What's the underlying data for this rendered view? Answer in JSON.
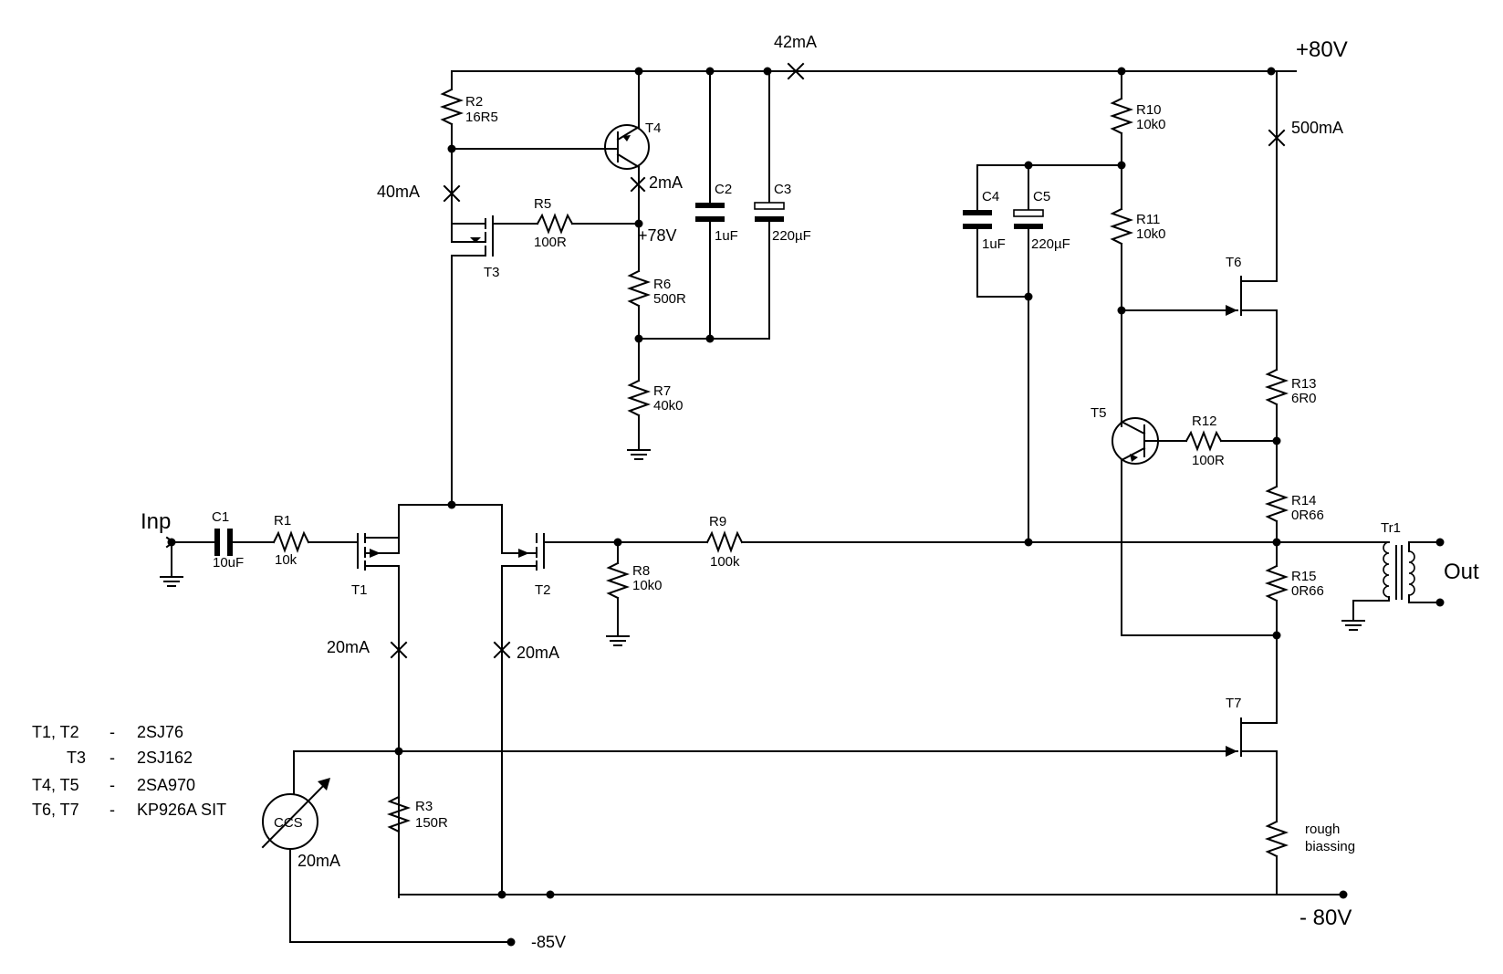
{
  "rails": {
    "pos80": "+80V",
    "neg80": "- 80V",
    "neg85": "-85V",
    "v78": "+78V"
  },
  "currents": {
    "i42": "42mA",
    "i40": "40mA",
    "i2": "2mA",
    "i500": "500mA",
    "i20a": "20mA",
    "i20b": "20mA",
    "ccs": "20mA"
  },
  "ports": {
    "input": "Inp",
    "output": "Out"
  },
  "components": {
    "R1": {
      "name": "R1",
      "value": "10k"
    },
    "R2": {
      "name": "R2",
      "value": "16R5"
    },
    "R3": {
      "name": "R3",
      "value": "150R"
    },
    "R5": {
      "name": "R5",
      "value": "100R"
    },
    "R6": {
      "name": "R6",
      "value": "500R"
    },
    "R7": {
      "name": "R7",
      "value": "40k0"
    },
    "R8": {
      "name": "R8",
      "value": "10k0"
    },
    "R9": {
      "name": "R9",
      "value": "100k"
    },
    "R10": {
      "name": "R10",
      "value": "10k0"
    },
    "R11": {
      "name": "R11",
      "value": "10k0"
    },
    "R12": {
      "name": "R12",
      "value": "100R"
    },
    "R13": {
      "name": "R13",
      "value": "6R0"
    },
    "R14": {
      "name": "R14",
      "value": "0R66"
    },
    "R15": {
      "name": "R15",
      "value": "0R66"
    },
    "C1": {
      "name": "C1",
      "value": "10uF"
    },
    "C2": {
      "name": "C2",
      "value": "1uF"
    },
    "C3": {
      "name": "C3",
      "value": "220µF"
    },
    "C4": {
      "name": "C4",
      "value": "1uF"
    },
    "C5": {
      "name": "C5",
      "value": "220µF"
    },
    "T1": "T1",
    "T2": "T2",
    "T3": "T3",
    "T4": "T4",
    "T5": "T5",
    "T6": "T6",
    "T7": "T7",
    "Tr1": "Tr1",
    "CCS": "CCS",
    "bias_line1": "rough",
    "bias_line2": "biassing"
  },
  "legend": [
    {
      "devices": "T1, T2",
      "dash": "-",
      "part": "2SJ76"
    },
    {
      "devices": "T3",
      "dash": "-",
      "part": "2SJ162"
    },
    {
      "devices": "T4, T5",
      "dash": "-",
      "part": "2SA970"
    },
    {
      "devices": "T6, T7",
      "dash": "-",
      "part": "KP926A SIT"
    }
  ]
}
